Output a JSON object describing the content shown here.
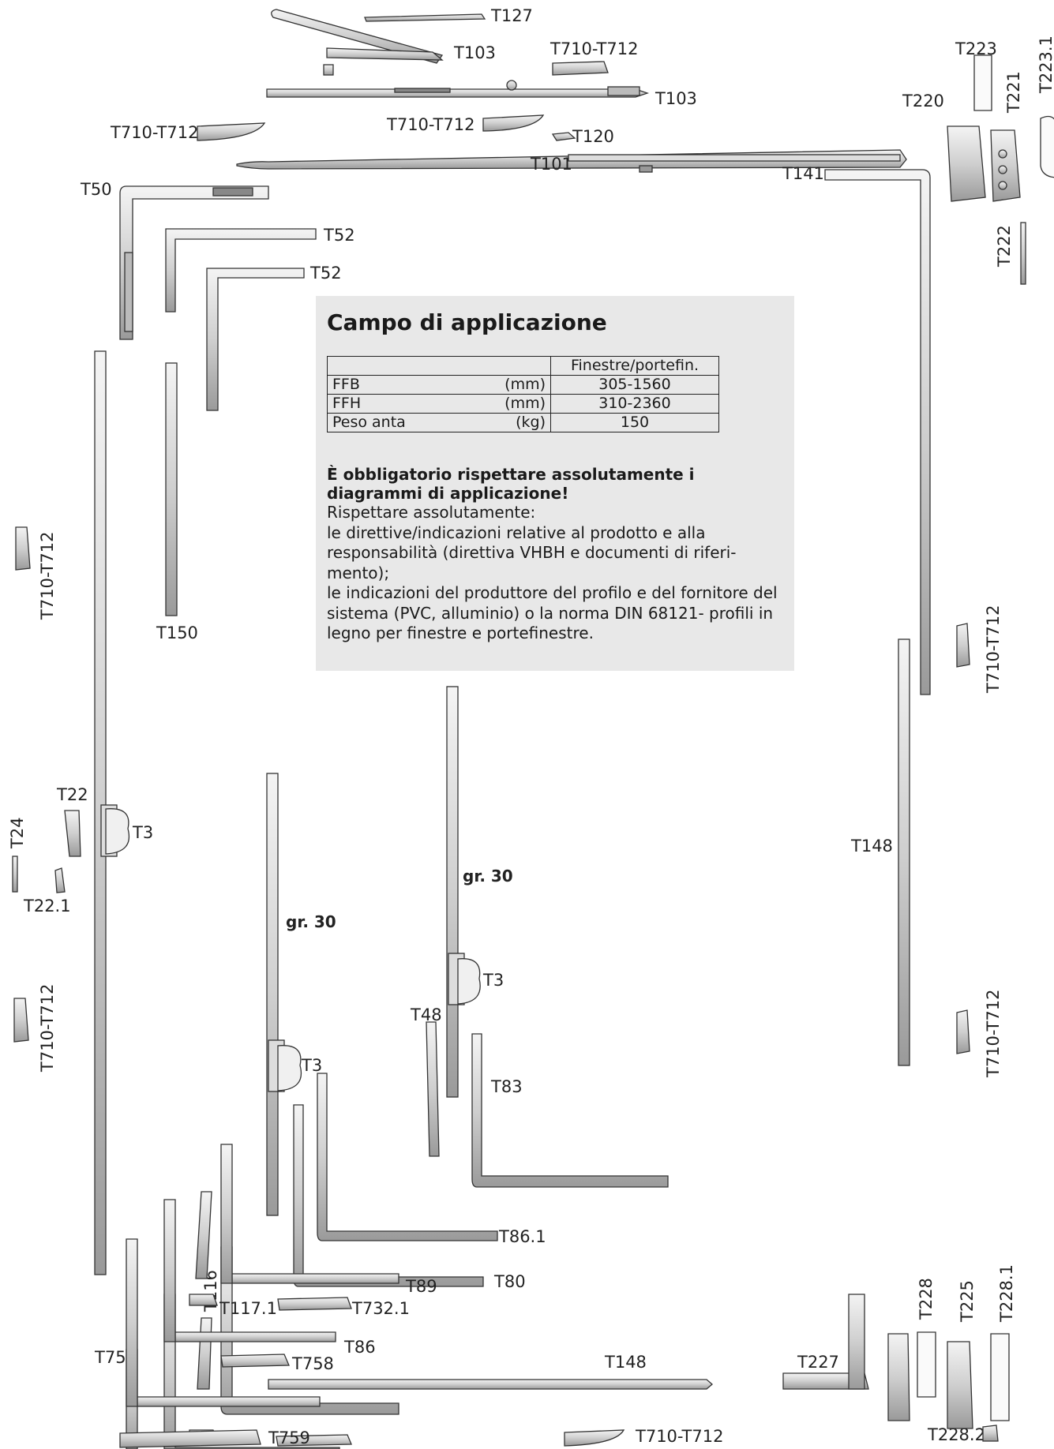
{
  "panel": {
    "title": "Campo di applicazione",
    "table": {
      "header": "Finestre/portefin.",
      "rows": [
        {
          "label": "FFB",
          "unit": "(mm)",
          "value": "305-1560"
        },
        {
          "label": "FFH",
          "unit": "(mm)",
          "value": "310-2360"
        },
        {
          "label": "Peso anta",
          "unit": "(kg)",
          "value": "150"
        }
      ]
    },
    "warning": "È obbligatorio rispettare assolutamente i diagrammi di applicazione!",
    "notes": [
      "Rispettare assolutamente:",
      "le direttive/indicazioni relative al prodotto e alla responsabilità (direttiva VHBH e documenti di riferi-mento);",
      "le indicazioni del produttore del profilo e del fornitore del sistema (PVC, alluminio) o la norma DIN 68121- profili in legno per finestre e portefinestre."
    ]
  },
  "labels": {
    "t127": "T127",
    "t103a": "T103",
    "t103b": "T103",
    "t710_top": "T710-T712",
    "t710_mid": "T710-T712",
    "t710_left": "T710-T712",
    "t120": "T120",
    "t101": "T101",
    "t223": "T223",
    "t223_1": "T223.1",
    "t221": "T221",
    "t220": "T220",
    "t222": "T222",
    "t141": "T141",
    "t50": "T50",
    "t52a": "T52",
    "t52b": "T52",
    "t150": "T150",
    "t710_v_left1": "T710-T712",
    "t710_v_right1": "T710-T712",
    "t22": "T22",
    "t24": "T24",
    "t22_1": "T22.1",
    "t3a": "T3",
    "t3b": "T3",
    "t3c": "T3",
    "gr30a": "gr. 30",
    "gr30b": "gr. 30",
    "t148_right": "T148",
    "t710_v_left2": "T710-T712",
    "t710_v_right2": "T710-T712",
    "t48": "T48",
    "t83": "T83",
    "t86_1": "T86.1",
    "t80": "T80",
    "t116": "T116",
    "t89": "T89",
    "t117_1": "T117.1",
    "t732_1": "T732.1",
    "t86": "T86",
    "t75": "T75",
    "t758": "T758",
    "t148_bottom": "T148",
    "t759": "T759",
    "t710_bottom": "T710-T712",
    "t227": "T227",
    "t228": "T228",
    "t225": "T225",
    "t228_1": "T228.1",
    "t228_2": "T228.2"
  }
}
